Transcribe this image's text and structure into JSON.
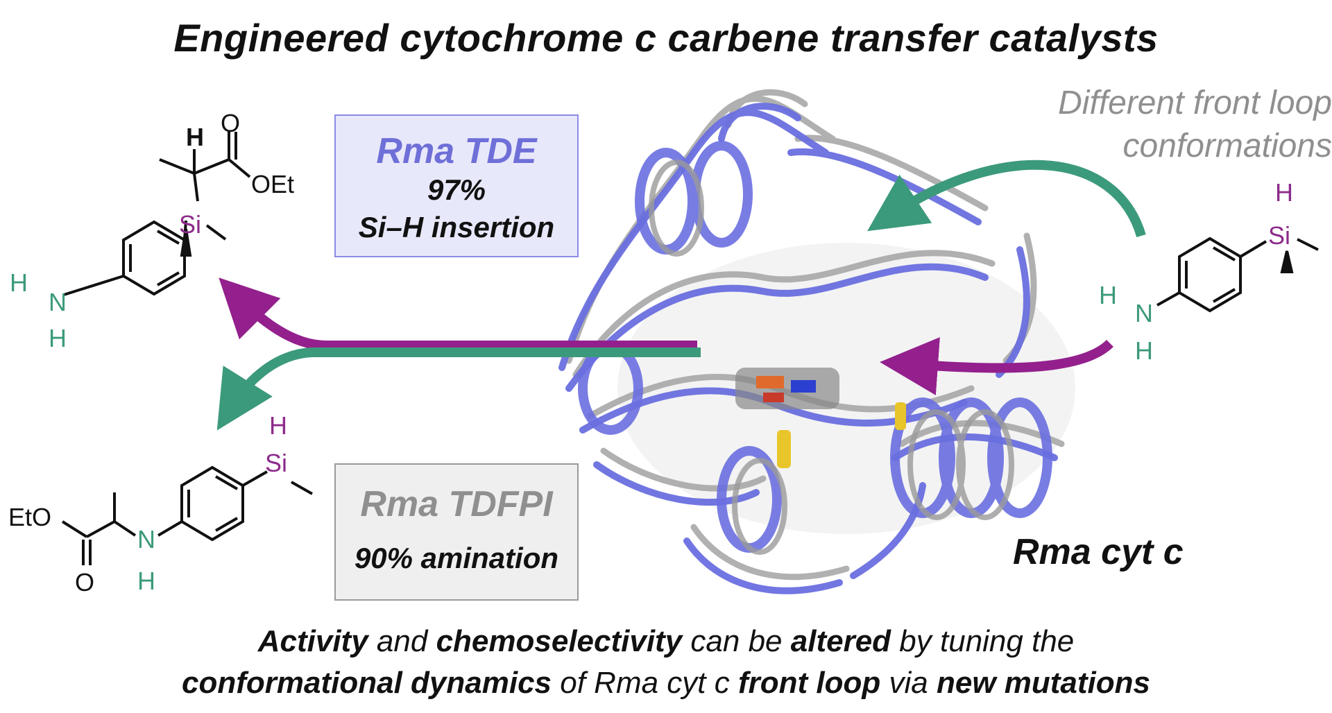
{
  "title": "Engineered cytochrome c carbene transfer catalysts",
  "loop_note": {
    "line1": "Different front loop",
    "line2": "conformations"
  },
  "catalyst_top": {
    "name": "Rma TDE",
    "value": "97%",
    "reaction": "Si–H insertion"
  },
  "catalyst_bottom": {
    "name": "Rma TDFPI",
    "result": "90% amination"
  },
  "protein_label": "Rma cyt c",
  "product_top": {
    "atoms": {
      "O": "O",
      "OEt": "OEt",
      "H": "H",
      "Si": "Si",
      "N": "N",
      "H1": "H",
      "H2": "H"
    }
  },
  "product_bottom": {
    "atoms": {
      "EtO": "EtO",
      "O": "O",
      "N": "N",
      "H": "H",
      "Si": "Si",
      "SiH": "H"
    }
  },
  "substrate": {
    "atoms": {
      "SiH": "H",
      "Si": "Si",
      "N": "N",
      "H1": "H",
      "H2": "H"
    }
  },
  "bottom_text": {
    "w1": "Activity",
    "w2": "and",
    "w3": "chemoselectivity",
    "w4": "can be",
    "w5": "altered",
    "w6": "by tuning the",
    "w7": "conformational dynamics",
    "w8": "of Rma cyt c",
    "w9": "front loop",
    "w10": "via",
    "w11": "new mutations"
  },
  "colors": {
    "purple": "#93208d",
    "green": "#3c9a7c",
    "blue_protein": "#6a6fe0",
    "gray_protein": "#9a9a9a",
    "silicon": "#8d2b8b"
  }
}
